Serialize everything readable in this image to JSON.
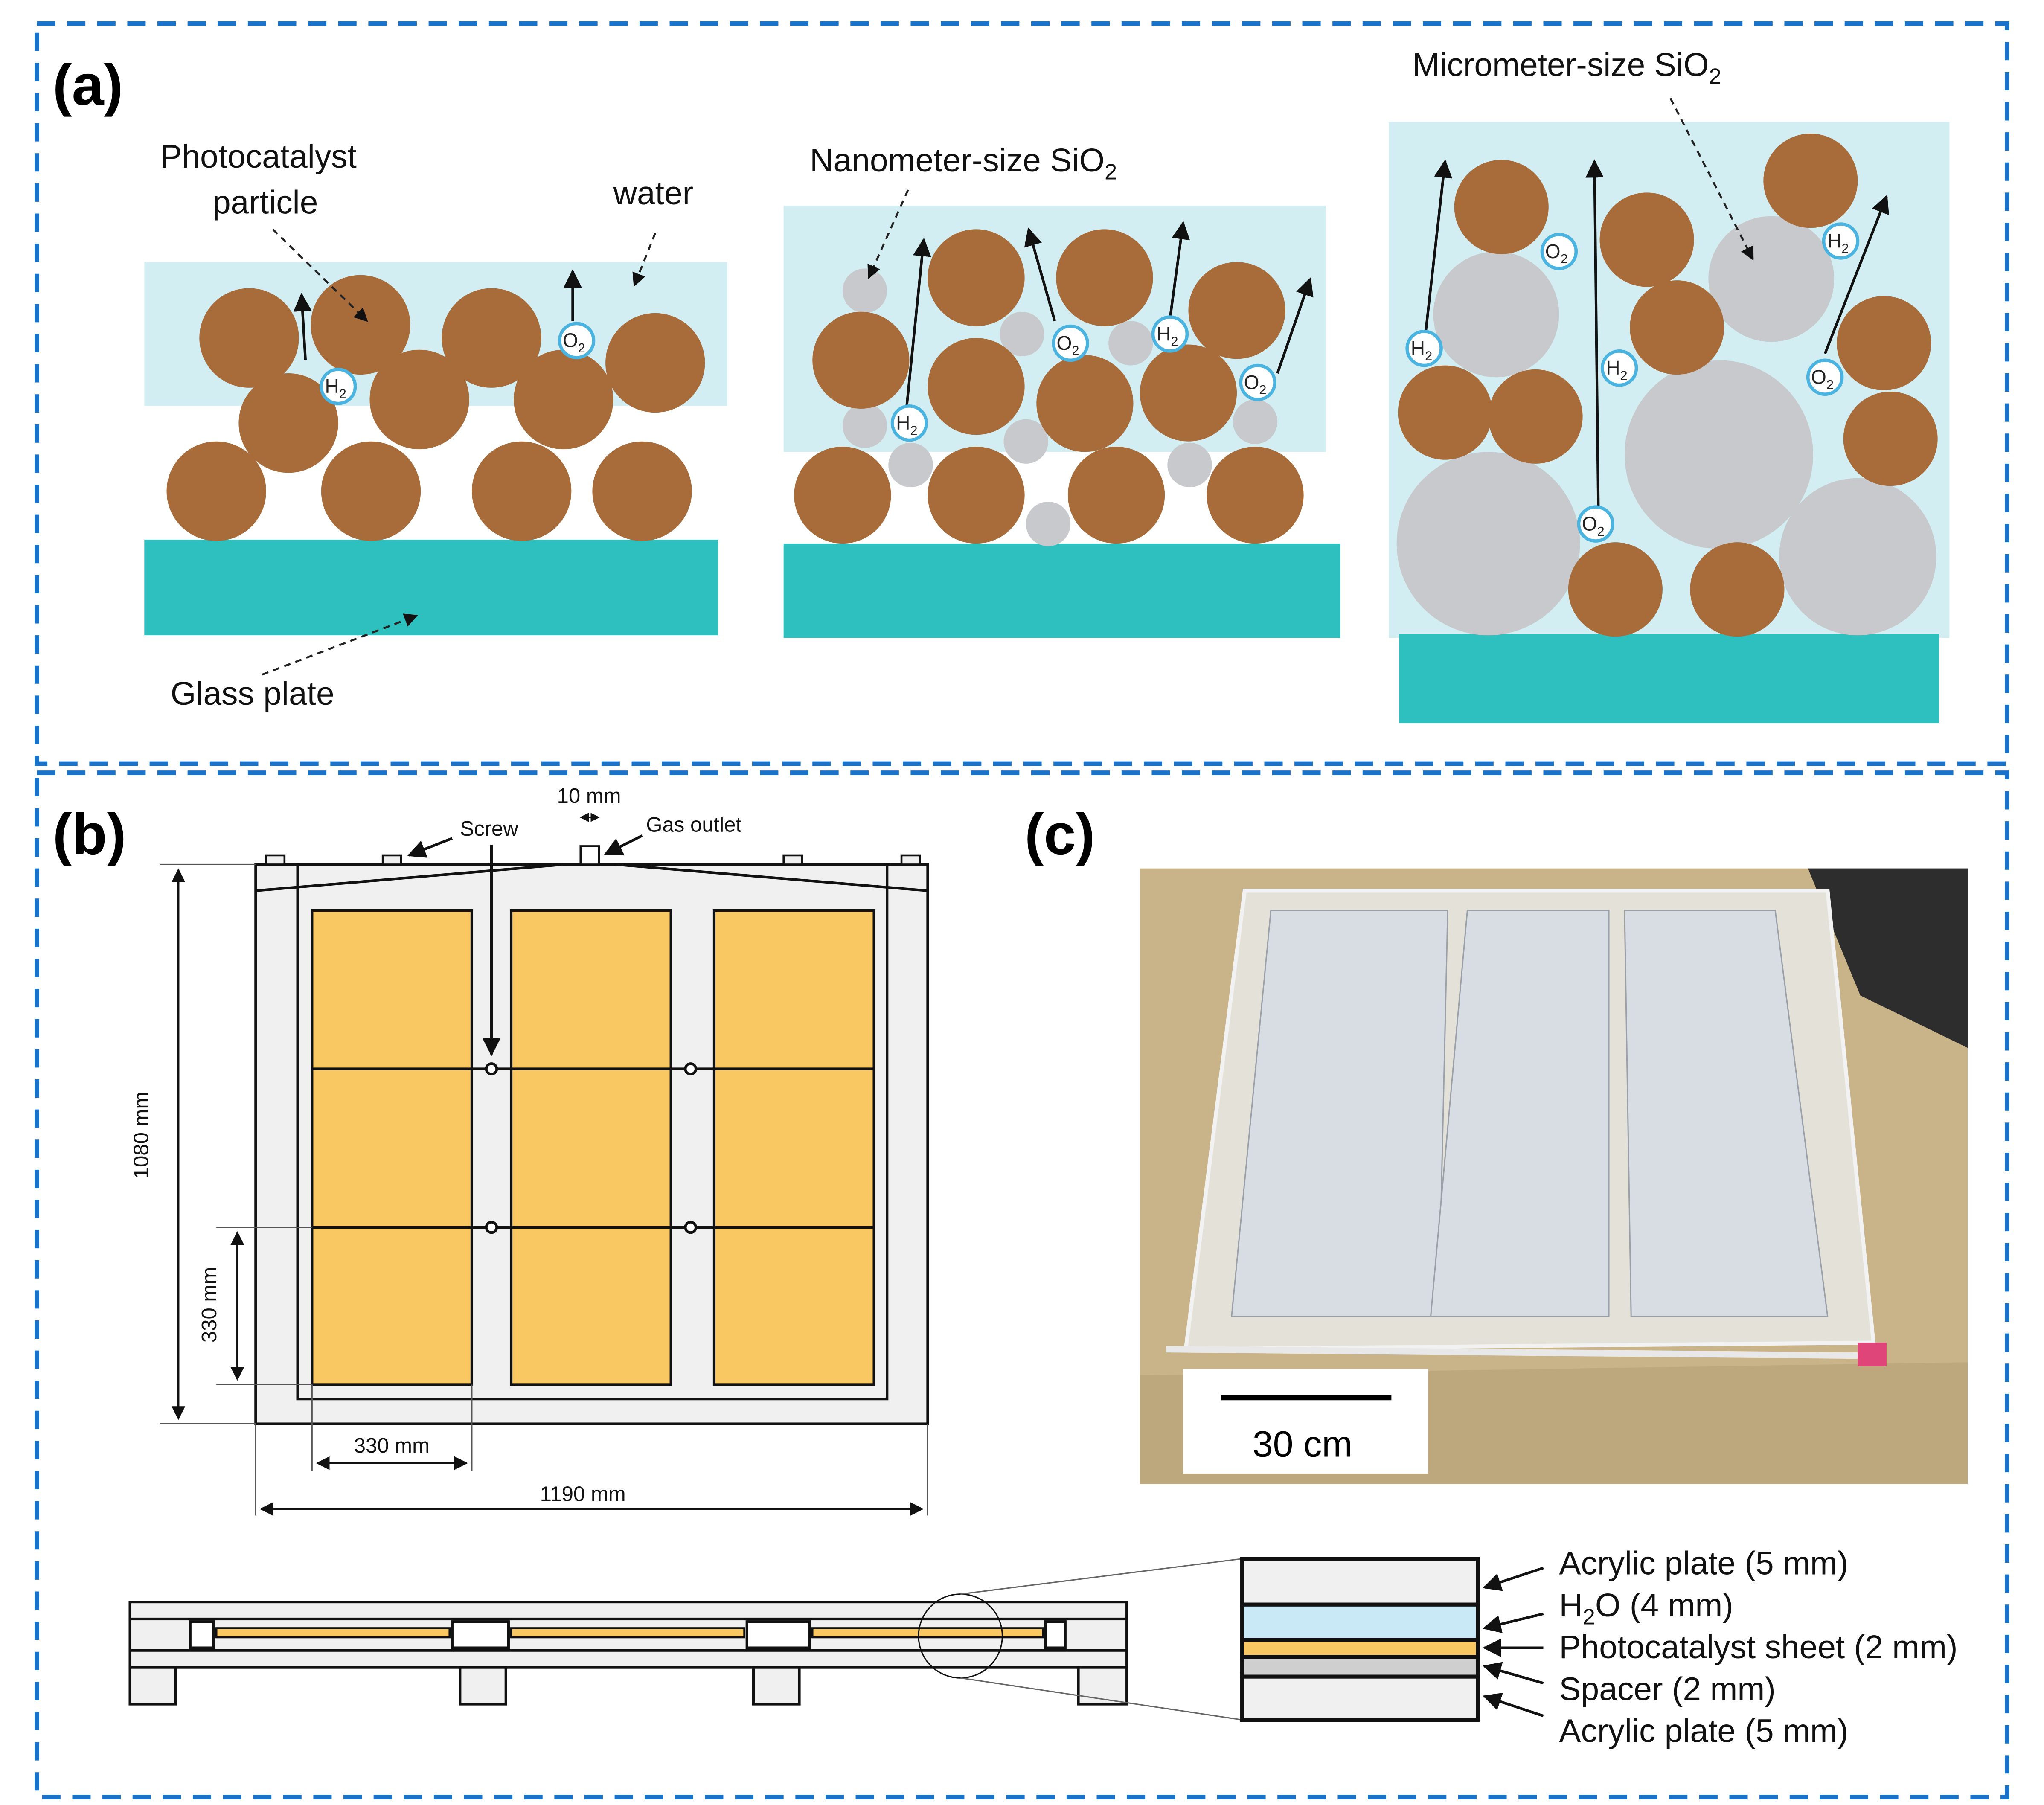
{
  "panels": {
    "a": {
      "label": "(a)",
      "photocatalyst_line1": "Photocatalyst",
      "photocatalyst_line2": "particle",
      "water": "water",
      "glass_plate": "Glass plate",
      "nano_sio2": "Nanometer-size SiO",
      "micro_sio2": "Micrometer-size SiO",
      "subscript_2": "2",
      "h2": "H",
      "o2": "O"
    },
    "b": {
      "label": "(b)",
      "screw": "Screw",
      "gas_outlet": "Gas outlet",
      "dim_10": "10 mm",
      "dim_1080": "1080 mm",
      "dim_330_v": "330 mm",
      "dim_330_h": "330 mm",
      "dim_1190": "1190 mm",
      "layers": [
        "Acrylic plate (5 mm)",
        "O (4 mm)",
        "Photocatalyst sheet (2 mm)",
        "Spacer (2 mm)",
        "Acrylic plate (5 mm)"
      ],
      "h2o_prefix": "H",
      "h2o_sub": "2"
    },
    "c": {
      "label": "(c)",
      "scale_bar": "30 cm"
    }
  },
  "colors": {
    "border": "#1a73c8",
    "particle": "#a86b3a",
    "sio2": "#c8c9cc",
    "water": "#d3eef2",
    "glass": "#2ebfbf",
    "sheet": "#f9c862"
  }
}
